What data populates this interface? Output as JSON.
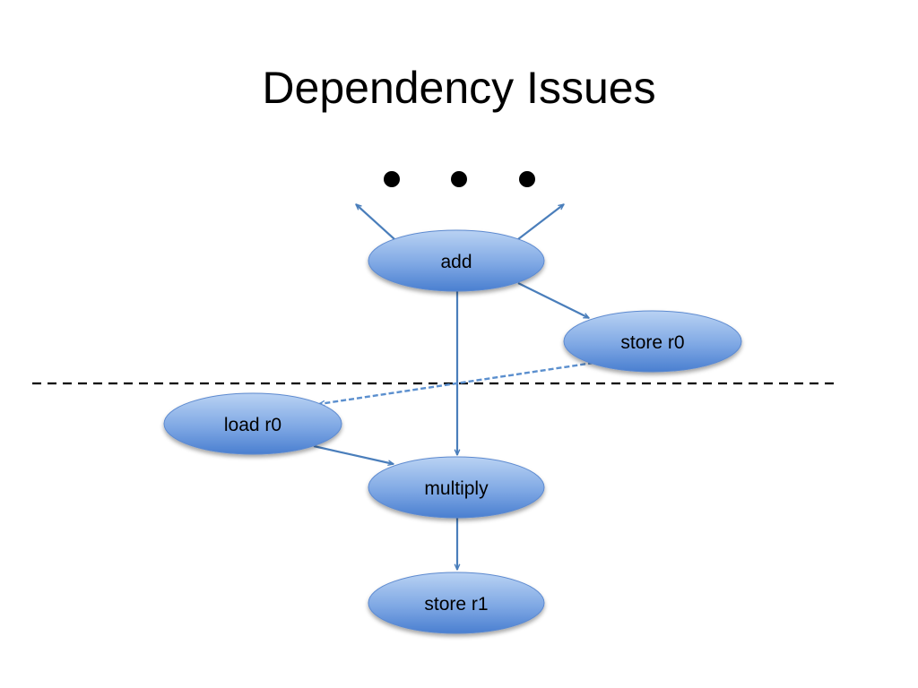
{
  "slide": {
    "title": "Dependency Issues"
  },
  "diagram": {
    "nodes": [
      {
        "id": "add",
        "label": "add"
      },
      {
        "id": "store_r0",
        "label": "store r0"
      },
      {
        "id": "load_r0",
        "label": "load r0"
      },
      {
        "id": "multiply",
        "label": "multiply"
      },
      {
        "id": "store_r1",
        "label": "store r1"
      }
    ],
    "edges": [
      {
        "from": "add",
        "to": "ellipsis-left",
        "style": "solid"
      },
      {
        "from": "add",
        "to": "ellipsis-right",
        "style": "solid"
      },
      {
        "from": "add",
        "to": "store_r0",
        "style": "solid"
      },
      {
        "from": "add",
        "to": "multiply",
        "style": "solid"
      },
      {
        "from": "store_r0",
        "to": "load_r0",
        "style": "dashed"
      },
      {
        "from": "load_r0",
        "to": "multiply",
        "style": "solid"
      },
      {
        "from": "multiply",
        "to": "store_r1",
        "style": "solid"
      }
    ],
    "colors": {
      "node_light": "#a9c6ee",
      "node_dark": "#4a7fd0",
      "node_border": "#3f72bf",
      "arrow": "#4a7ebb",
      "dashed_arrow": "#5b8fce",
      "separator": "#000000",
      "dots": "#000000"
    }
  }
}
